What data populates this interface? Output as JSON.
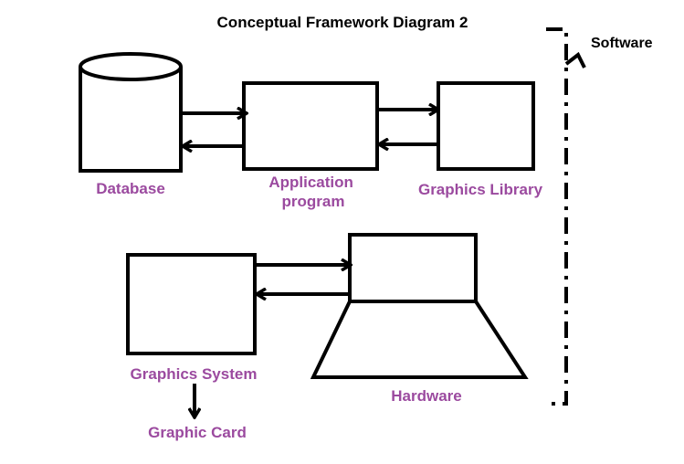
{
  "title": "Conceptual Framework Diagram 2",
  "side_label": "Software",
  "nodes": {
    "database": {
      "label": "Database"
    },
    "application": {
      "label_line1": "Application",
      "label_line2": "program"
    },
    "graphics_library": {
      "label": "Graphics Library"
    },
    "graphics_system": {
      "label": "Graphics System"
    },
    "hardware": {
      "label": "Hardware"
    },
    "graphic_card": {
      "label": "Graphic Card"
    }
  },
  "colors": {
    "stroke": "#000000",
    "label": "#9b4a9f",
    "title": "#000000",
    "background": "#ffffff"
  }
}
